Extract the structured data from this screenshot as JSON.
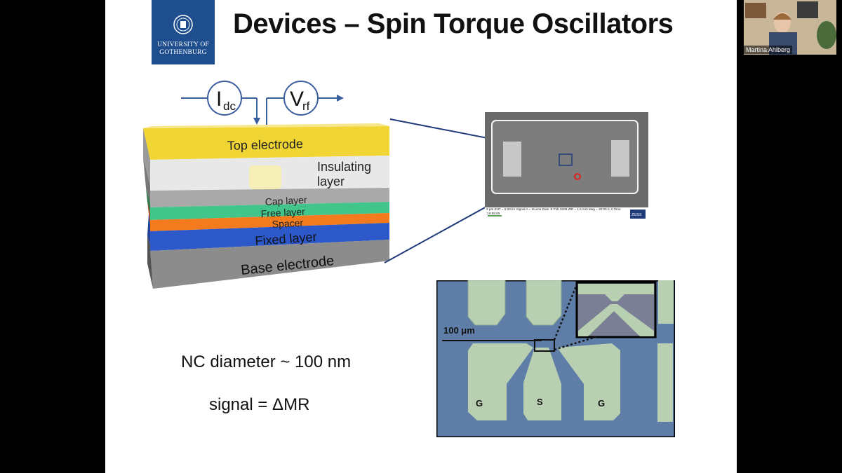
{
  "slide": {
    "title": "Devices – Spin Torque Oscillators",
    "logo": {
      "line1": "UNIVERSITY OF",
      "line2": "GOTHENBURG"
    },
    "stack": {
      "idc_main": "I",
      "idc_sub": "dc",
      "vrf_main": "V",
      "vrf_sub": "rf",
      "layers": {
        "top": "Top electrode",
        "insulating1": "Insulating",
        "insulating2": "layer",
        "cap": "Cap layer",
        "free": "Free layer",
        "spacer": "Spacer",
        "fixed": "Fixed layer",
        "base": "Base electrode"
      }
    },
    "sem": {
      "text": "2 μm    EHT = 6.00 kV   Signal A = InLens   Date :6 Feb 2009   WD = 1.5 mm   Mag = 20.00 K X   Time :19:55:09",
      "brand": "ZEISS"
    },
    "micro": {
      "scale": "100 μm",
      "g1": "G",
      "s": "S",
      "g2": "G"
    },
    "nc_text": "NC diameter ~ 100 nm",
    "signal_text": "signal = ΔMR"
  },
  "webcam": {
    "name": "Martina Ahlberg"
  }
}
